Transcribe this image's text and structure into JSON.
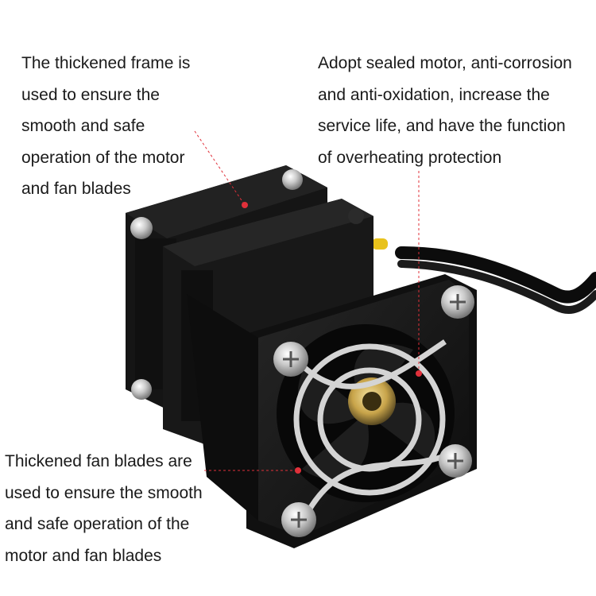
{
  "annotations": {
    "top_left": {
      "lines": [
        "The thickened frame is",
        "used to ensure the",
        "smooth and safe",
        "operation of the motor",
        "and fan blades"
      ]
    },
    "top_right": {
      "lines": [
        "Adopt sealed motor, anti-corrosion",
        "and anti-oxidation, increase the",
        "service life, and have the function",
        "of overheating protection"
      ]
    },
    "bottom_left": {
      "lines": [
        "Thickened fan blades are",
        "used to ensure the smooth",
        "and safe operation of the",
        "motor and fan blades"
      ]
    }
  },
  "colors": {
    "pointer": "#e0303a",
    "fan_body": "#141414",
    "cable": "#0c0c0c",
    "hub": "#c8a44a",
    "grill": "#d0d0d0"
  }
}
